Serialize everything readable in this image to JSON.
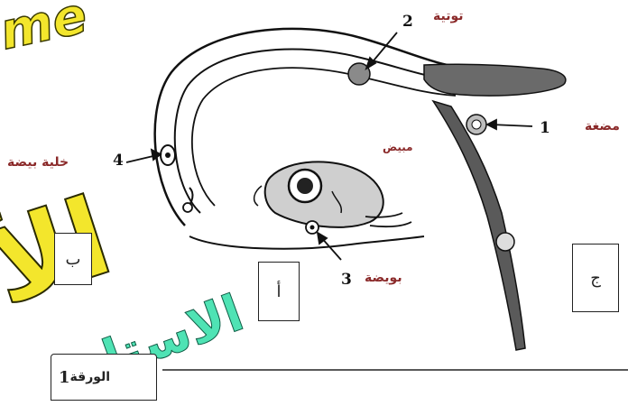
{
  "labels": {
    "zygote": "توتية",
    "morula": "مضغة",
    "egg_cell": "خلية بيضة",
    "ovary": "مبيض",
    "ovule": "بويضة",
    "sheet": "الورقة"
  },
  "numbers": {
    "n1": "1",
    "n2": "2",
    "n3": "3",
    "n4": "4"
  },
  "boxes": {
    "alef": "أ",
    "ba": "ب",
    "jim": "ج"
  },
  "sheet_number": "1",
  "watermarks": {
    "top": "me",
    "big": "الأ",
    "green": "الاستا"
  },
  "colors": {
    "label": "#8b2a2a",
    "watermark_yellow": "#f3e62c",
    "watermark_green": "#4fe3b4",
    "shade": "#6a6a6a"
  }
}
